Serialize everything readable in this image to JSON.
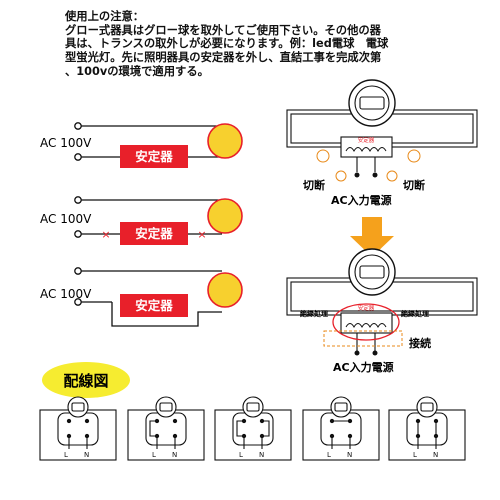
{
  "notice": {
    "lines": [
      "使用上の注意：",
      "グロー式器具はグロー球を取外してご使用下さい。その他の器",
      "具は、トランスの取外しが必要になります。例：led電球　電球",
      "型蛍光灯。先に照明器具の安定器を外し、直結工事を完成次第",
      "、100vの環境で適用する。"
    ]
  },
  "left_diagrams": {
    "supply_label": "AC 100V",
    "ballast_label": "安定器",
    "cut_mark": "×"
  },
  "right_top": {
    "ballast_small": "安定器",
    "cut_left": "切断",
    "cut_right": "切断",
    "input": "AC入力電源"
  },
  "right_bottom": {
    "ballast_small": "安定器",
    "insulate_left": "絶縁処理",
    "insulate_right": "絶縁処理",
    "connect": "接続",
    "input": "AC入力電源"
  },
  "wiring": {
    "title": "配線図",
    "terminal_l": "L",
    "terminal_n": "N"
  },
  "colors": {
    "ballast_red": "#e8202a",
    "lamp_yellow": "#f7d02e",
    "lamp_ring": "#e8202a",
    "arrow_orange": "#f5a11c",
    "title_yellow": "#f6ec30",
    "dash_orange": "#e88a1a"
  }
}
